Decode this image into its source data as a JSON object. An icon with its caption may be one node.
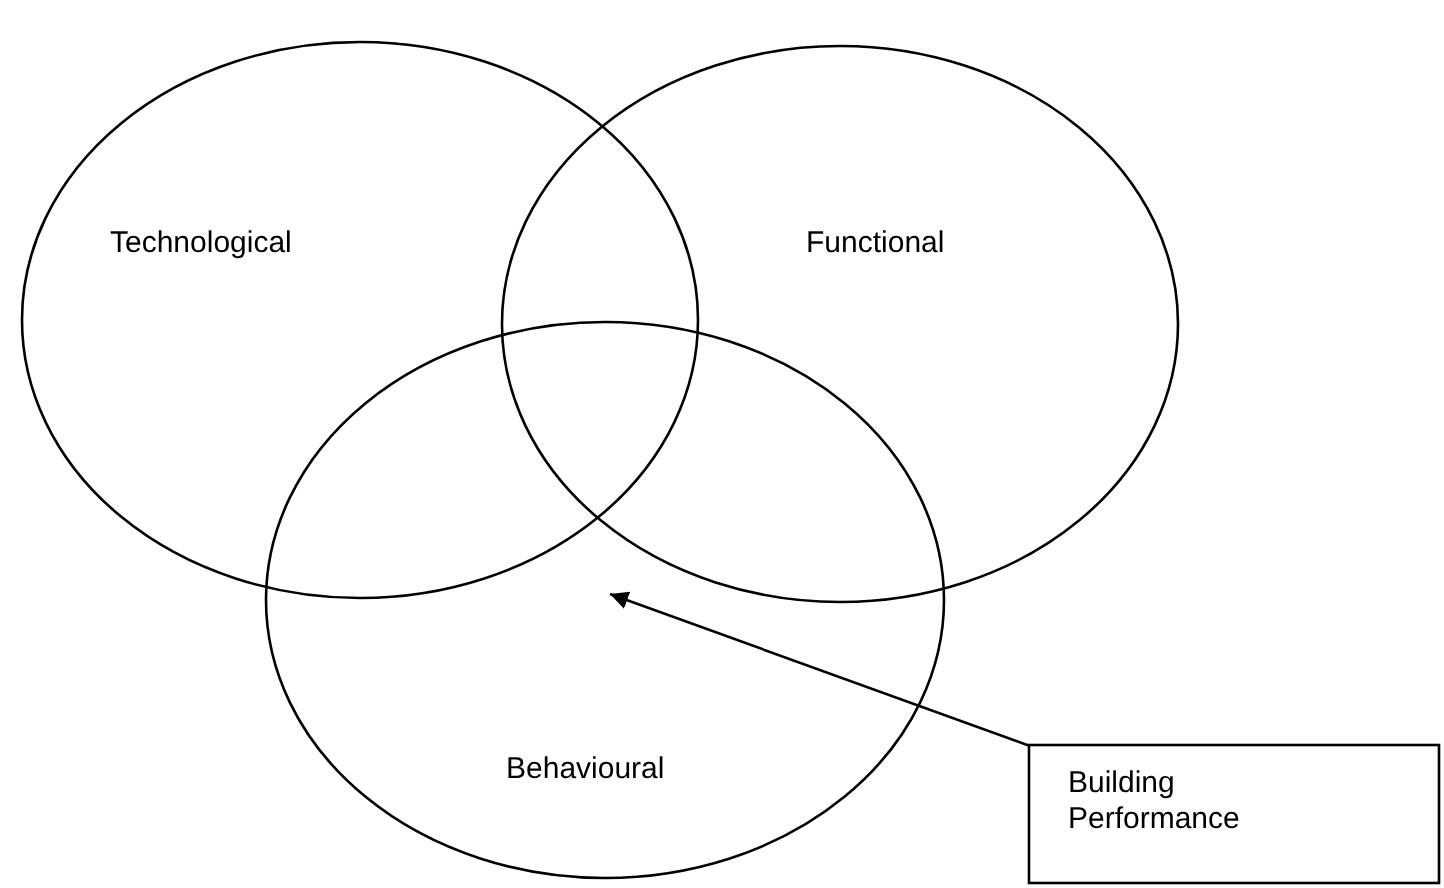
{
  "diagram": {
    "nodes": [
      {
        "text": [
          "Technological"
        ]
      },
      {
        "text": [
          "Functional"
        ]
      },
      {
        "text": [
          "Behavioural"
        ]
      },
      {
        "text": [
          "Building Performance"
        ]
      }
    ],
    "edges": [
      {
        "from": 3,
        "to": 2,
        "arrow": "to"
      }
    ]
  }
}
